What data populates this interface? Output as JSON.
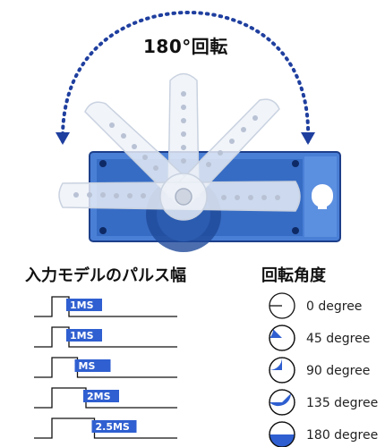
{
  "rotation_label": "180°回転",
  "pulse_title": "入力モデルのパルス幅",
  "angle_title": "回転角度",
  "pulses": [
    {
      "label": "1MS",
      "width": 1.0
    },
    {
      "label": "1MS",
      "width": 1.0
    },
    {
      "label": "MS",
      "width": 1.5
    },
    {
      "label": "2MS",
      "width": 2.0
    },
    {
      "label": "2.5MS",
      "width": 2.5
    }
  ],
  "angles": [
    {
      "label": "0 degree",
      "value": 0
    },
    {
      "label": "45 degree",
      "value": 45
    },
    {
      "label": "90 degree",
      "value": 90
    },
    {
      "label": "135 degree",
      "value": 135
    },
    {
      "label": "180 degree",
      "value": 180
    }
  ],
  "colors": {
    "accent": "#2f5fd0",
    "arrow": "#1f3f9f",
    "servo_body": "#3f73c9",
    "servo_dark": "#1d3f8a"
  }
}
